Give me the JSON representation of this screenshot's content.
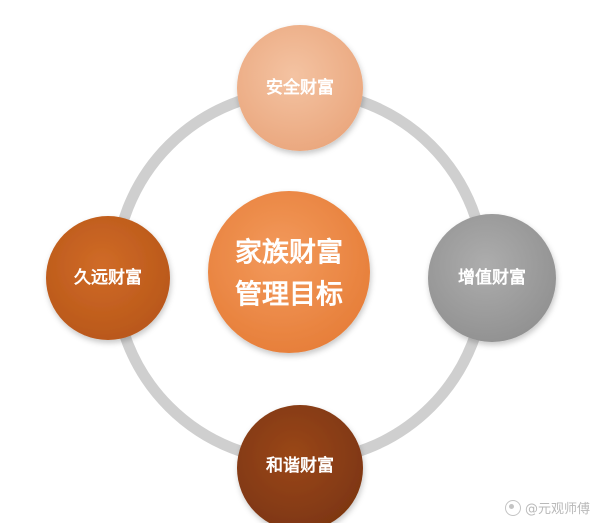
{
  "diagram": {
    "center": {
      "line1": "家族财富",
      "line2": "管理目标",
      "color": "#ee8a48"
    },
    "nodes": {
      "top": {
        "label": "安全财富",
        "color": "#f0b38d"
      },
      "right": {
        "label": "增值财富",
        "color": "#9b9b9b"
      },
      "bottom": {
        "label": "和谐财富",
        "color": "#8c3d13"
      },
      "left": {
        "label": "久远财富",
        "color": "#c5601e"
      }
    },
    "ring_color": "#cfcfcf"
  },
  "watermark": {
    "text": "@元观师傅"
  }
}
